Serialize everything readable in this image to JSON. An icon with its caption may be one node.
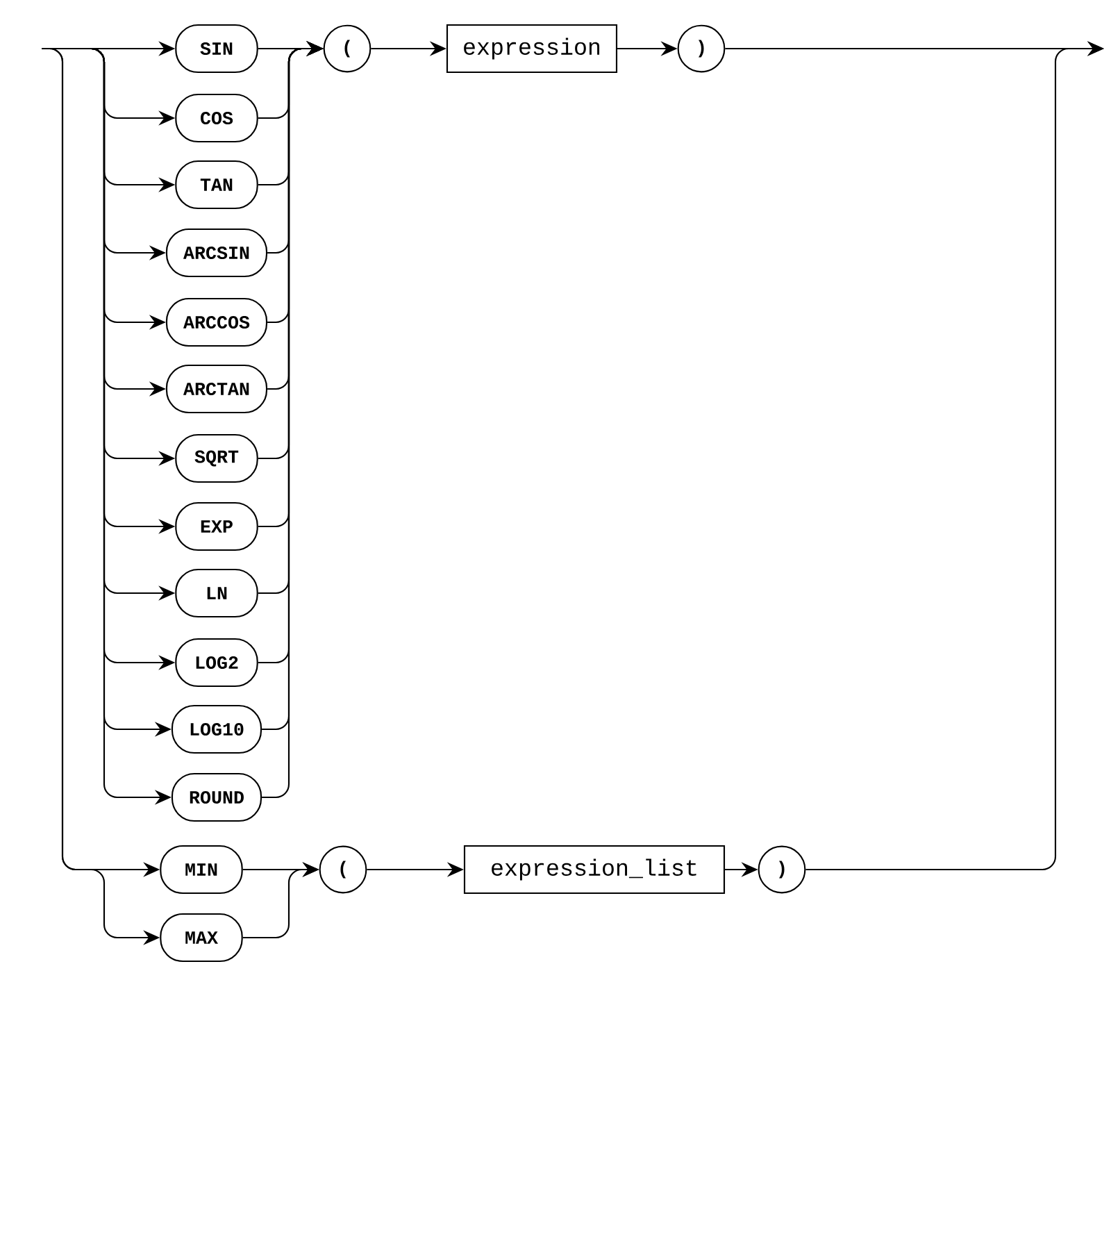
{
  "diagram": {
    "nodes": [
      {
        "text": [
          "SIN"
        ]
      },
      {
        "text": [
          "COS"
        ]
      },
      {
        "text": [
          "TAN"
        ]
      },
      {
        "text": [
          "ARCSIN"
        ]
      },
      {
        "text": [
          "ARCCOS"
        ]
      },
      {
        "text": [
          "ARCTAN"
        ]
      },
      {
        "text": [
          "SQRT"
        ]
      },
      {
        "text": [
          "EXP"
        ]
      },
      {
        "text": [
          "LN"
        ]
      },
      {
        "text": [
          "LOG2"
        ]
      },
      {
        "text": [
          "LOG10"
        ]
      },
      {
        "text": [
          "ROUND"
        ]
      },
      {
        "text": [
          "("
        ]
      },
      {
        "text": [
          "expression"
        ]
      },
      {
        "text": [
          ")"
        ]
      },
      {
        "text": [
          "MIN"
        ]
      },
      {
        "text": [
          "MAX"
        ]
      },
      {
        "text": [
          "("
        ]
      },
      {
        "text": [
          "expression_list"
        ]
      },
      {
        "text": [
          ")"
        ]
      }
    ],
    "edges": [
      {
        "from": null,
        "to": 0,
        "arrow": "to"
      },
      {
        "from": null,
        "to": 1,
        "arrow": "to"
      },
      {
        "from": null,
        "to": 2,
        "arrow": "to"
      },
      {
        "from": null,
        "to": 3,
        "arrow": "to"
      },
      {
        "from": null,
        "to": 4,
        "arrow": "to"
      },
      {
        "from": null,
        "to": 5,
        "arrow": "to"
      },
      {
        "from": null,
        "to": 6,
        "arrow": "to"
      },
      {
        "from": null,
        "to": 7,
        "arrow": "to"
      },
      {
        "from": null,
        "to": 8,
        "arrow": "to"
      },
      {
        "from": null,
        "to": 9,
        "arrow": "to"
      },
      {
        "from": null,
        "to": 10,
        "arrow": "to"
      },
      {
        "from": null,
        "to": 11,
        "arrow": "to"
      },
      {
        "from": null,
        "to": 15,
        "arrow": "to"
      },
      {
        "from": null,
        "to": 16,
        "arrow": "to"
      },
      {
        "from": 0,
        "to": 12,
        "arrow": "to"
      },
      {
        "from": 1,
        "to": 12,
        "arrow": "to"
      },
      {
        "from": 2,
        "to": 12,
        "arrow": "to"
      },
      {
        "from": 3,
        "to": 12,
        "arrow": "to"
      },
      {
        "from": 4,
        "to": 12,
        "arrow": "to"
      },
      {
        "from": 5,
        "to": 12,
        "arrow": "to"
      },
      {
        "from": 6,
        "to": 12,
        "arrow": "to"
      },
      {
        "from": 7,
        "to": 12,
        "arrow": "to"
      },
      {
        "from": 8,
        "to": 12,
        "arrow": "to"
      },
      {
        "from": 9,
        "to": 12,
        "arrow": "to"
      },
      {
        "from": 10,
        "to": 12,
        "arrow": "to"
      },
      {
        "from": 11,
        "to": 12,
        "arrow": "to"
      },
      {
        "from": 12,
        "to": 13,
        "arrow": "to"
      },
      {
        "from": 13,
        "to": 14,
        "arrow": "to"
      },
      {
        "from": 14,
        "to": null,
        "arrow": "to"
      },
      {
        "from": 15,
        "to": 17,
        "arrow": "to"
      },
      {
        "from": 16,
        "to": 17,
        "arrow": "to"
      },
      {
        "from": 17,
        "to": 18,
        "arrow": "to"
      },
      {
        "from": 18,
        "to": 19,
        "arrow": "to"
      },
      {
        "from": 19,
        "to": null,
        "arrow": "to"
      }
    ]
  }
}
